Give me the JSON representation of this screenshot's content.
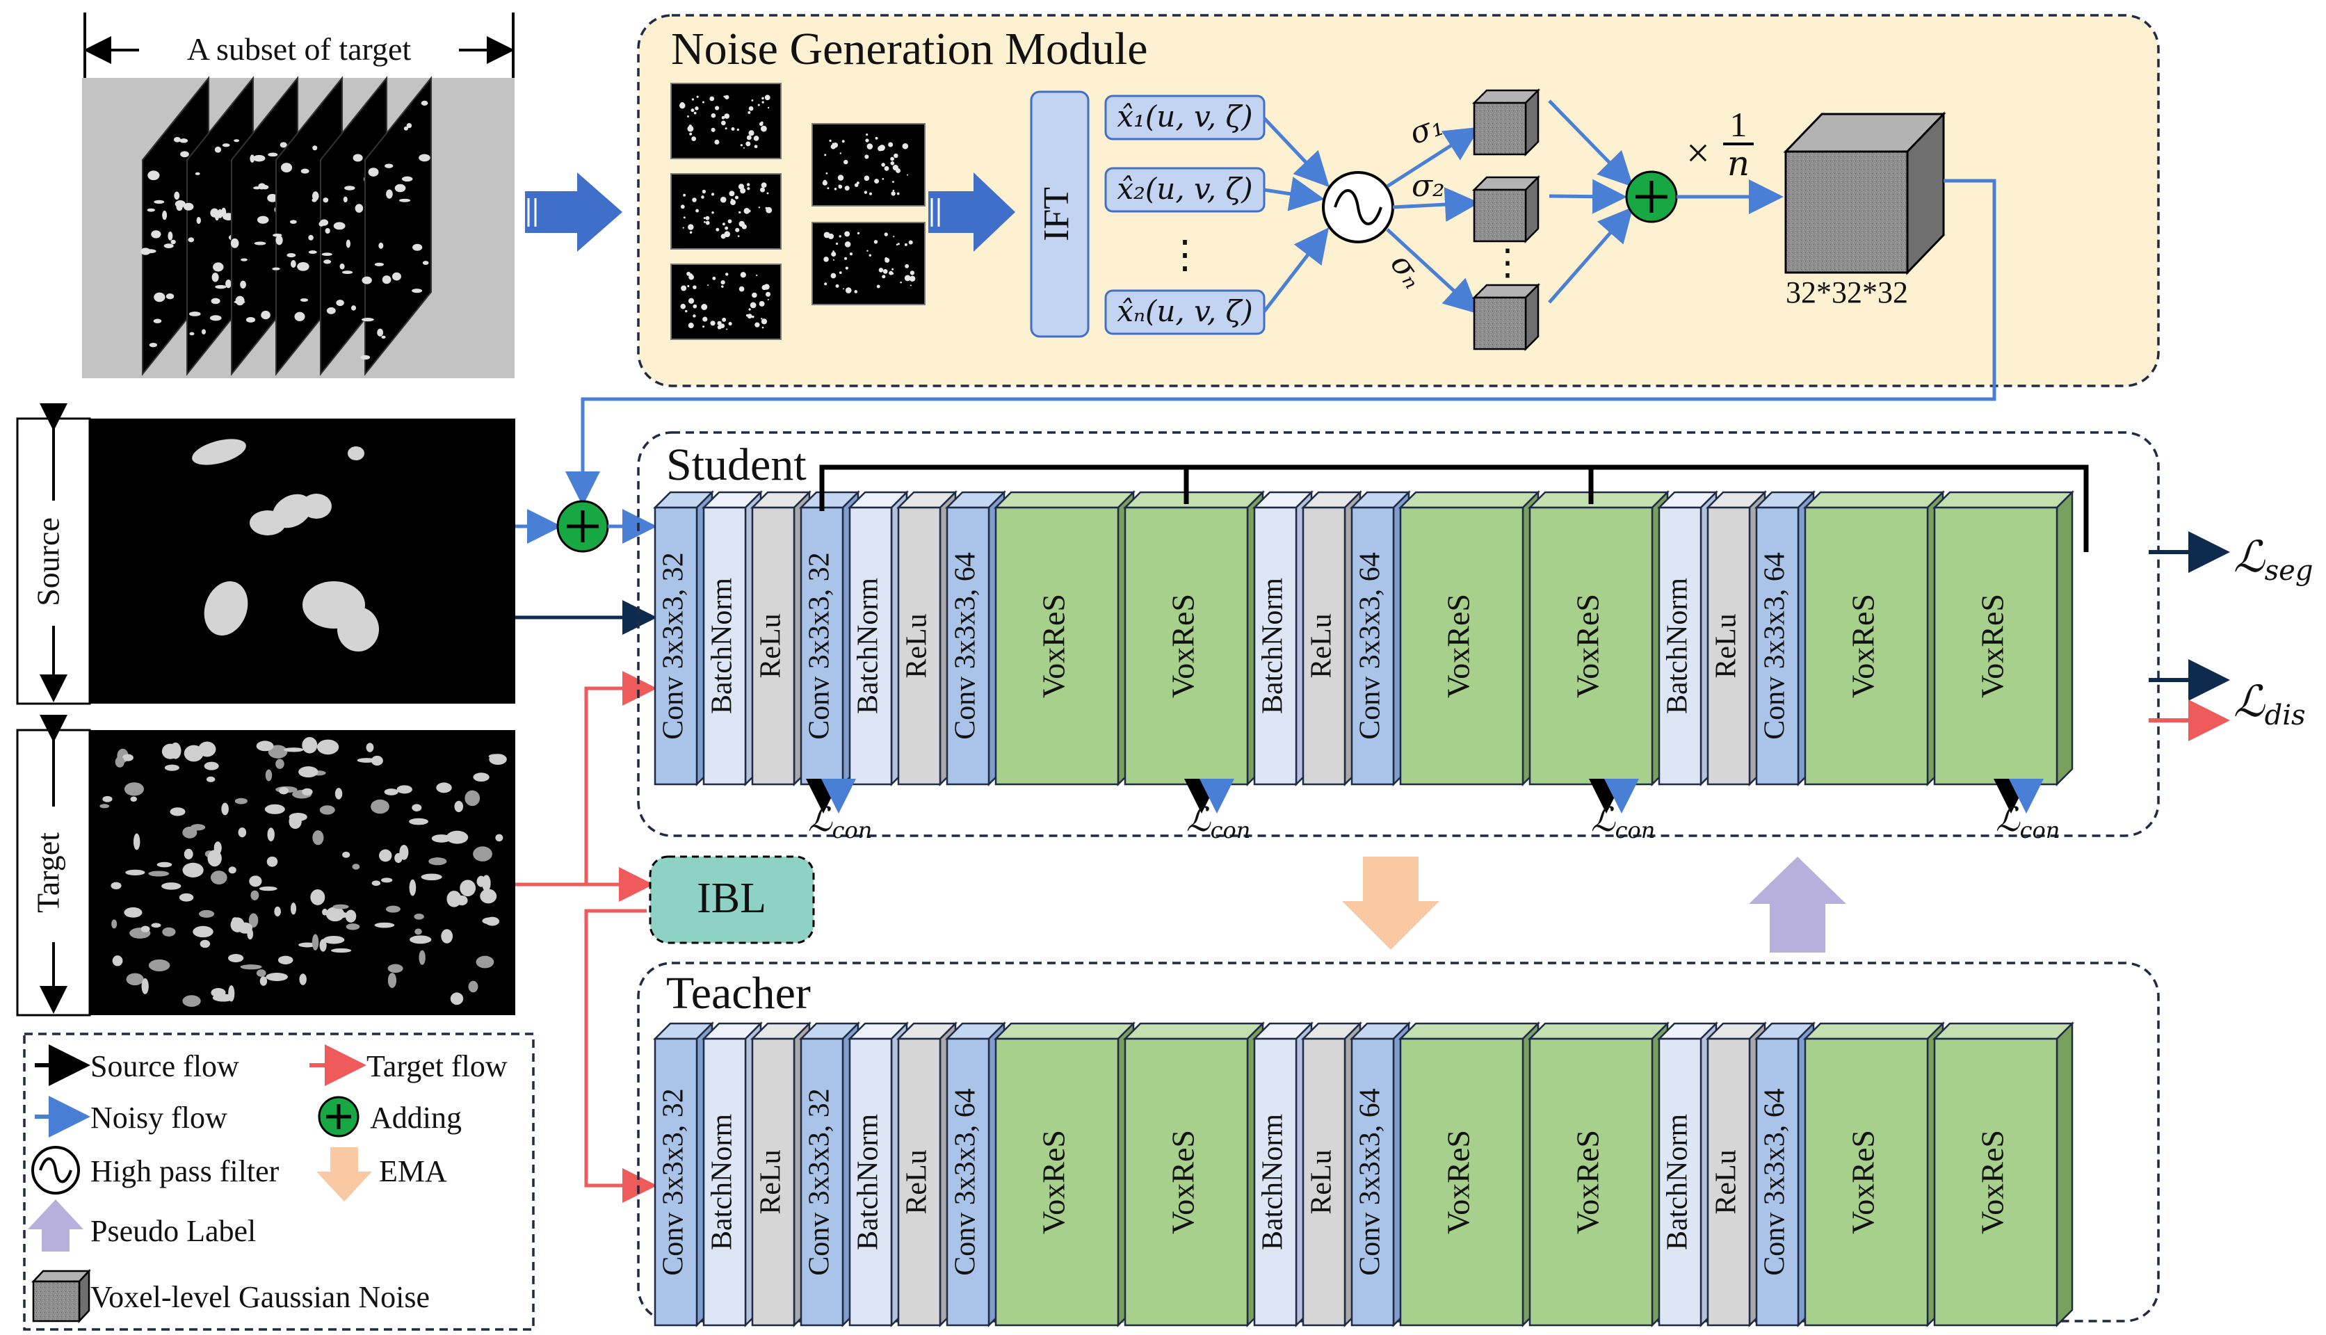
{
  "subset_label": "A subset of target",
  "noise_module": {
    "title": "Noise Generation Module",
    "ift_label": "IFT",
    "x1": "x̂₁(u, v, ζ)",
    "x2": "x̂₂(u, v, ζ)",
    "xn": "x̂ₙ(u, v, ζ)",
    "dots": "⋮",
    "sigma1": "σ₁",
    "sigma2": "σ₂",
    "sigman": "σₙ",
    "scale_times": "×",
    "scale_num": "1",
    "scale_den": "n",
    "cube_label": "32*32*32"
  },
  "source_label": "Source",
  "target_label": "Target",
  "student": {
    "title": "Student",
    "l_seg_main": "ℒ",
    "l_seg_sub": "seg",
    "l_dis_main": "ℒ",
    "l_dis_sub": "dis",
    "l_con_main": "ℒ",
    "l_con_sub": "con"
  },
  "teacher": {
    "title": "Teacher"
  },
  "ibl_label": "IBL",
  "blocks": [
    {
      "label": "Conv 3x3x3, 32",
      "type": "conv"
    },
    {
      "label": "BatchNorm",
      "type": "bn"
    },
    {
      "label": "ReLu",
      "type": "relu"
    },
    {
      "label": "Conv 3x3x3, 32",
      "type": "conv"
    },
    {
      "label": "BatchNorm",
      "type": "bn"
    },
    {
      "label": "ReLu",
      "type": "relu"
    },
    {
      "label": "Conv 3x3x3, 64",
      "type": "conv"
    },
    {
      "label": "VoxReS",
      "type": "vox"
    },
    {
      "label": "VoxReS",
      "type": "vox"
    },
    {
      "label": "BatchNorm",
      "type": "bn"
    },
    {
      "label": "ReLu",
      "type": "relu"
    },
    {
      "label": "Conv 3x3x3, 64",
      "type": "conv"
    },
    {
      "label": "VoxReS",
      "type": "vox"
    },
    {
      "label": "VoxReS",
      "type": "vox"
    },
    {
      "label": "BatchNorm",
      "type": "bn"
    },
    {
      "label": "ReLu",
      "type": "relu"
    },
    {
      "label": "Conv 3x3x3, 64",
      "type": "conv"
    },
    {
      "label": "VoxReS",
      "type": "vox"
    },
    {
      "label": "VoxReS",
      "type": "vox"
    }
  ],
  "legend": {
    "source_flow": "Source flow",
    "target_flow": "Target flow",
    "noisy_flow": "Noisy flow",
    "adding": "Adding",
    "high_pass": "High pass filter",
    "ema": "EMA",
    "pseudo_label": "Pseudo Label",
    "voxel_noise": "Voxel-level Gaussian Noise"
  },
  "colors": {
    "source": "#0d2b4e",
    "noisy": "#4a7fd6",
    "target": "#ef5a5a",
    "module_bg": "#fdf1d2",
    "conv": "#a9c4e8",
    "bn": "#dde6f5",
    "relu": "#d6d6d6",
    "vox": "#a8d08d",
    "ibl": "#8ed2c6",
    "ema": "#f8c9a2",
    "pseudo": "#b8b0dc",
    "add": "#18a843"
  }
}
